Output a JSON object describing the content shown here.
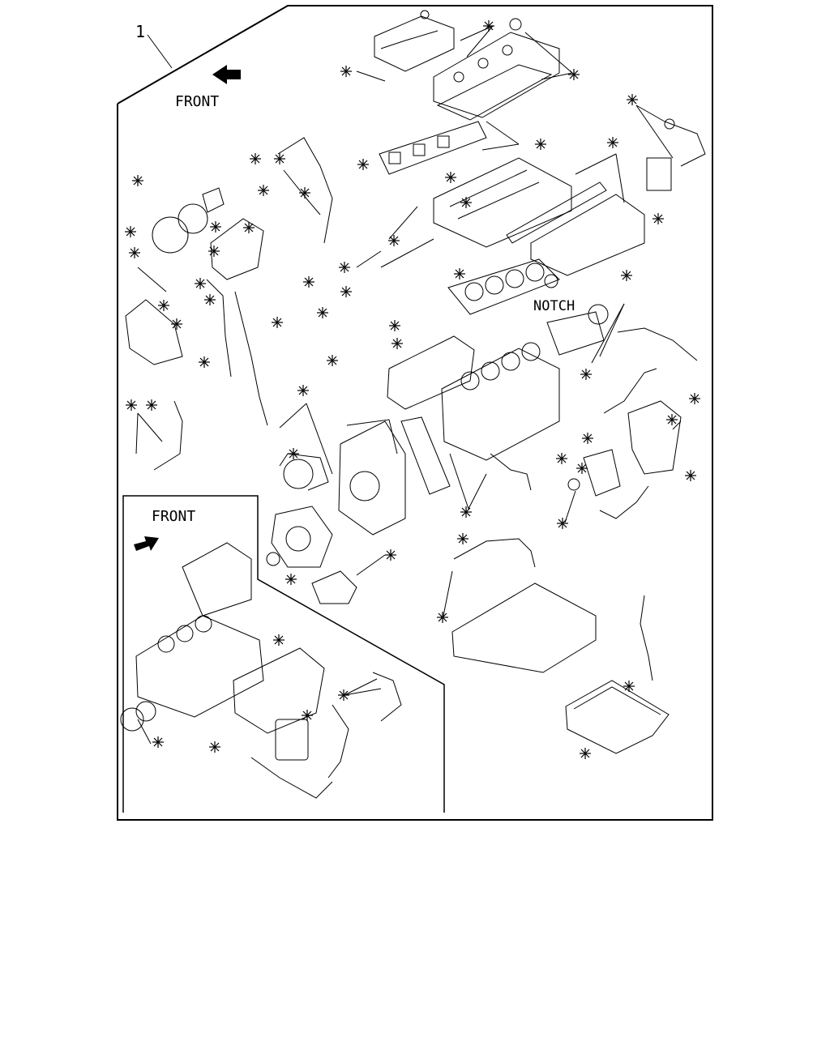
{
  "diagram": {
    "item_number": "1",
    "front_label_upper": "FRONT",
    "front_label_lower": "FRONT",
    "notch_label": "NOTCH",
    "kit_marker_symbol": "asterisk-icon",
    "kit_marker_count": 60
  }
}
